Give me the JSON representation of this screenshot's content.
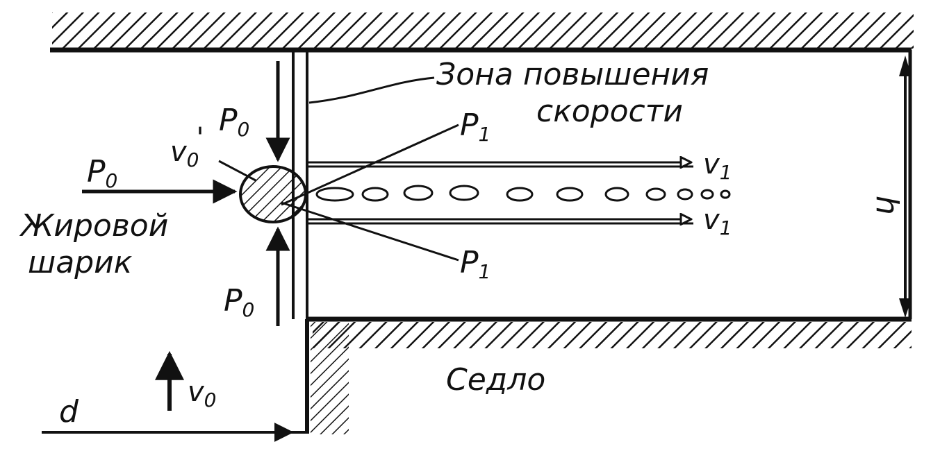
{
  "labels": {
    "zone_line1": "Зона повышения",
    "zone_line2": "скорости",
    "fat_line1": "Жировой",
    "fat_line2": "шарик",
    "seat": "Седло",
    "p0_left": "P",
    "p0_left_sub": "0",
    "p0_top": "P",
    "p0_top_sub": "0",
    "p0_bottom": "P",
    "p0_bottom_sub": "0",
    "p1_top": "P",
    "p1_top_sub": "1",
    "p1_bottom": "P",
    "p1_bottom_sub": "1",
    "v0_prime": "v",
    "v0_prime_sub": "0",
    "v0_prime_mark": "'",
    "v1_top": "v",
    "v1_top_sub": "1",
    "v1_bottom": "v",
    "v1_bottom_sub": "1",
    "v0": "v",
    "v0_sub": "0",
    "d": "d",
    "h": "h"
  },
  "colors": {
    "ink": "#111111",
    "background": "#ffffff"
  }
}
